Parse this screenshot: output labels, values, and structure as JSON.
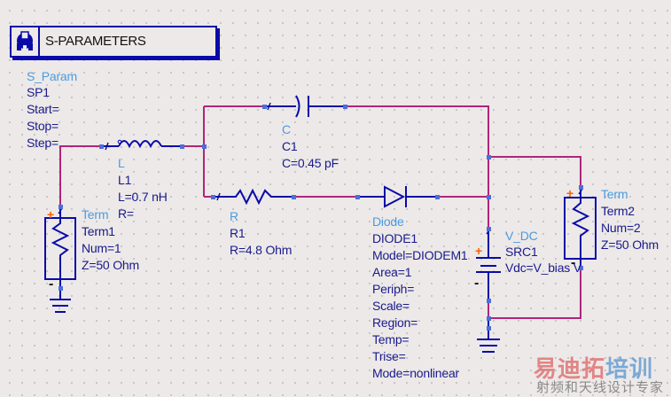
{
  "sparams_block": {
    "title": "S-PARAMETERS",
    "icon": "ads-simulation-icon",
    "type": "S_Param",
    "instance": "SP1",
    "params": [
      "Start=",
      "Stop=",
      "Step="
    ]
  },
  "components": {
    "inductor": {
      "type": "L",
      "instance": "L1",
      "params": [
        "L=0.7 nH",
        "R="
      ]
    },
    "capacitor": {
      "type": "C",
      "instance": "C1",
      "params": [
        "C=0.45 pF"
      ]
    },
    "resistor": {
      "type": "R",
      "instance": "R1",
      "params": [
        "R=4.8 Ohm"
      ]
    },
    "diode": {
      "type": "Diode",
      "instance": "DIODE1",
      "params": [
        "Model=DIODEM1",
        "Area=1",
        "Periph=",
        "Scale=",
        "Region=",
        "Temp=",
        "Trise=",
        "Mode=nonlinear"
      ]
    },
    "vdc": {
      "type": "V_DC",
      "instance": "SRC1",
      "params": [
        "Vdc=V_bias V"
      ]
    },
    "term1": {
      "type": "Term",
      "instance": "Term1",
      "params": [
        "Num=1",
        "Z=50 Ohm"
      ]
    },
    "term2": {
      "type": "Term",
      "instance": "Term2",
      "params": [
        "Num=2",
        "Z=50 Ohm"
      ]
    }
  },
  "polarity": {
    "plus": "+",
    "minus": "-"
  },
  "watermark": {
    "title_red": "易迪拓",
    "title_blue": "培训",
    "subtitle": "射频和天线设计专家"
  },
  "colors": {
    "wire": "#b0257a",
    "component": "#0a0aa8",
    "pin": "#4b6fd8",
    "type_label": "#4a9be0",
    "text": "#1a1a8c",
    "plus": "#ff6000"
  }
}
